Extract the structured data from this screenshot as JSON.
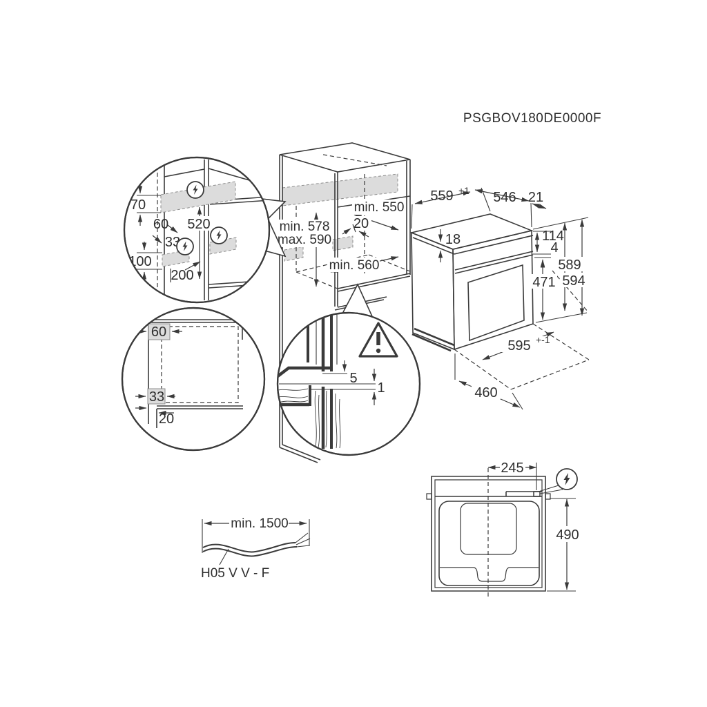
{
  "product_code": "PSGBOV180DE0000F",
  "colors": {
    "line": "#3a3a3a",
    "zone_fill": "#dcdcdc",
    "background": "#ffffff"
  },
  "icons": {
    "electric": "lightning-bolt-in-circle",
    "warning": "exclamation-triangle"
  },
  "electrical_detail": {
    "d70": "70",
    "d60": "60",
    "d520": "520",
    "d33": "33",
    "d100": "100",
    "d200": "200"
  },
  "cabinet": {
    "min_width_top": "min. 550",
    "vent_gap": "20",
    "niche_height_min": "min. 578",
    "niche_height_max": "max. 590",
    "min_width_bottom": "min. 560"
  },
  "oven": {
    "width": "559",
    "width_tol": "+1",
    "depth": "546",
    "front_overhang": "21",
    "top_inset": "18",
    "panel_height": "114",
    "gap": "4",
    "height_a": "589",
    "height_b": "594",
    "door_height": "471",
    "front_width": "595",
    "front_width_tol": "+-1",
    "depth_body": "460"
  },
  "corner_detail": {
    "d60": "60",
    "d33": "33",
    "d20": "20"
  },
  "flush_detail": {
    "d5": "5",
    "d1": "1"
  },
  "cable": {
    "min_length": "min. 1500",
    "cable_type": "H05 V V - F"
  },
  "top_view": {
    "d245": "245",
    "d490": "490"
  }
}
